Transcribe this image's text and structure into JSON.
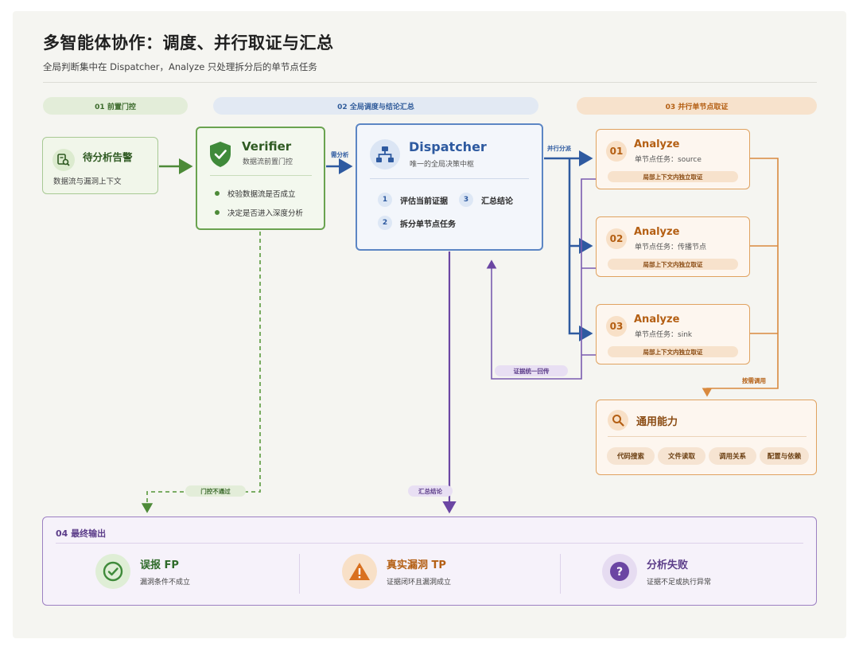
{
  "header": {
    "title": "多智能体协作：调度、并行取证与汇总",
    "subtitle": "全局判断集中在 Dispatcher，Analyze 只处理拆分后的单节点任务"
  },
  "phases": [
    {
      "label": "01 前置门控"
    },
    {
      "label": "02 全局调度与结论汇总"
    },
    {
      "label": "03 并行单节点取证"
    }
  ],
  "alert": {
    "title": "待分析告警",
    "subtitle": "数据流与漏洞上下文"
  },
  "verifier": {
    "title": "Verifier",
    "subtitle": "数据流前置门控",
    "bullets": [
      "校验数据流是否成立",
      "决定是否进入深度分析"
    ]
  },
  "dispatcher": {
    "title": "Dispatcher",
    "subtitle": "唯一的全局决策中枢",
    "steps": [
      {
        "num": "1",
        "label": "评估当前证据"
      },
      {
        "num": "2",
        "label": "拆分单节点任务"
      },
      {
        "num": "3",
        "label": "汇总结论"
      }
    ]
  },
  "analyze": [
    {
      "num": "01",
      "title": "Analyze",
      "task": "单节点任务：source",
      "pill": "局部上下文内独立取证"
    },
    {
      "num": "02",
      "title": "Analyze",
      "task": "单节点任务：传播节点",
      "pill": "局部上下文内独立取证"
    },
    {
      "num": "03",
      "title": "Analyze",
      "task": "单节点任务：sink",
      "pill": "局部上下文内独立取证"
    }
  ],
  "general": {
    "title": "通用能力",
    "capabilities": [
      "代码搜索",
      "文件读取",
      "调用关系",
      "配置与依赖"
    ]
  },
  "edges": {
    "need_analysis": "需分析",
    "parallel_dispatch": "并行分派",
    "evidence_return": "证据统一回传",
    "on_demand": "按需调用",
    "gate_fail": "门控不通过",
    "summary": "汇总结论"
  },
  "final": {
    "heading": "04 最终输出",
    "outcomes": [
      {
        "title": "误报 FP",
        "subtitle": "漏洞条件不成立",
        "icon": "check-icon",
        "color": "#3f8a3a"
      },
      {
        "title": "真实漏洞 TP",
        "subtitle": "证据闭环且漏洞成立",
        "icon": "warning-icon",
        "color": "#d9701f"
      },
      {
        "title": "分析失败",
        "subtitle": "证据不足或执行异常",
        "icon": "question-icon",
        "color": "#6b46a3"
      }
    ]
  },
  "colors": {
    "green": "#4d8a38",
    "blue": "#2e5aa0",
    "orange": "#d98a3f",
    "purple": "#6b46a3"
  }
}
